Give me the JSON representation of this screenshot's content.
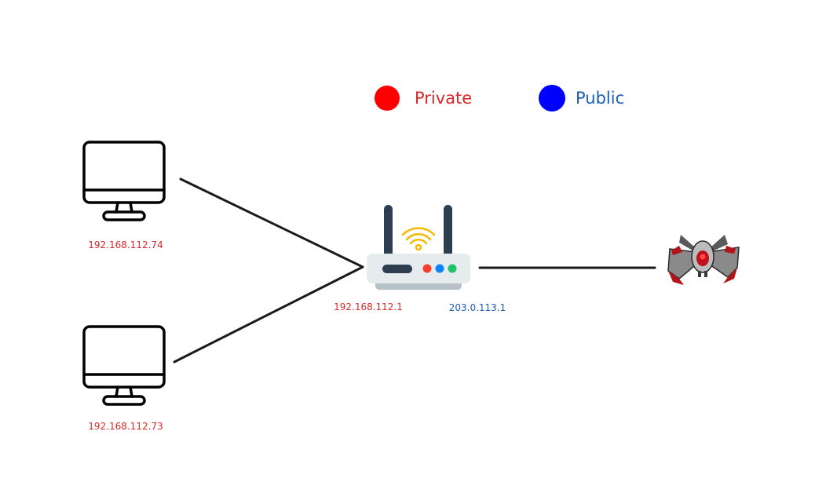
{
  "legend": {
    "private": {
      "label": "Private",
      "dot_color": "#ff0000",
      "text_color": "#d62a2a"
    },
    "public": {
      "label": "Public",
      "dot_color": "#0000ff",
      "text_color": "#1a5fb4"
    }
  },
  "nodes": {
    "computer_top": {
      "icon": "monitor-icon",
      "ip": "192.168.112.74"
    },
    "computer_bottom": {
      "icon": "monitor-icon",
      "ip": "192.168.112.73"
    },
    "router": {
      "icon": "wifi-router-icon",
      "private_ip": "192.168.112.1",
      "public_ip": "203.0.113.1",
      "led_colors": [
        "#ff3b30",
        "#0a84ff",
        "#1fc36b"
      ],
      "wifi_color": "#f5b800"
    },
    "remote": {
      "icon": "spaceship-icon"
    }
  },
  "colors": {
    "private_text": "#d62a2a",
    "public_text": "#1a5fb4",
    "line": "#1a1a1a",
    "router_body": "#e6ebee",
    "router_dark": "#2c3e50"
  }
}
